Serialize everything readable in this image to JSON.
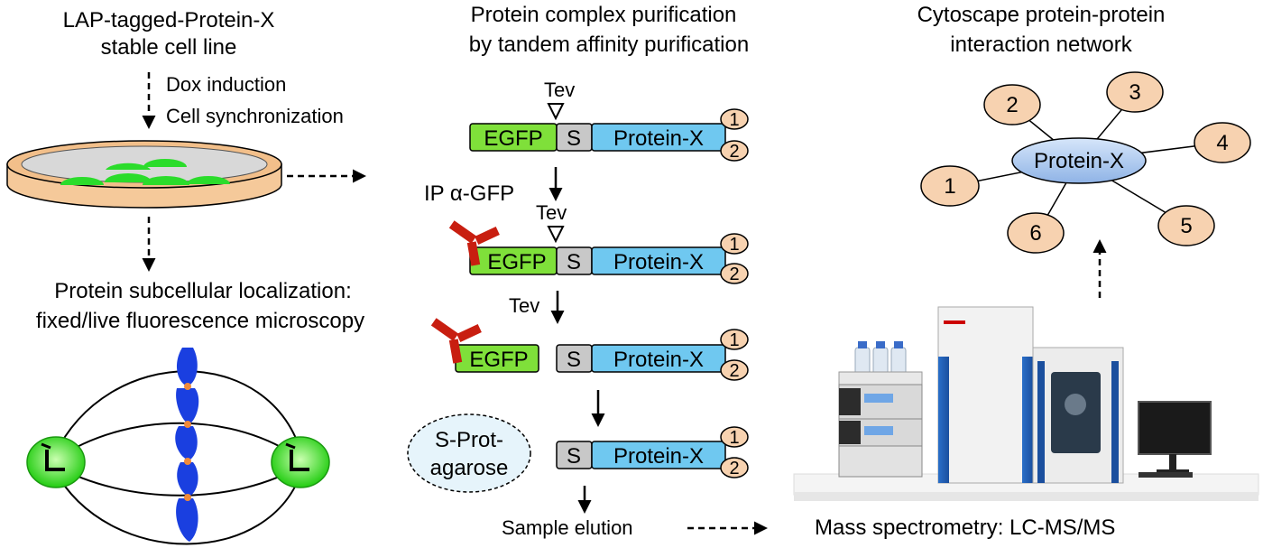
{
  "left": {
    "title_line1": "LAP-tagged-Protein-X",
    "title_line2": "stable cell line",
    "step1": "Dox induction",
    "step2": "Cell synchronization",
    "localization_line1": "Protein subcellular localization:",
    "localization_line2": "fixed/live fluorescence microscopy"
  },
  "middle": {
    "title_line1": "Protein complex purification",
    "title_line2": "by tandem affinity purification",
    "tev_label": "Tev",
    "egfp_label": "EGFP",
    "s_label": "S",
    "protein_label": "Protein-X",
    "partner1": "1",
    "partner2": "2",
    "ip_label": "IP α-GFP",
    "sprot_line1": "S-Prot-",
    "sprot_line2": "agarose",
    "elution_label": "Sample elution"
  },
  "right": {
    "title_line1": "Cytoscape protein-protein",
    "title_line2": "interaction network",
    "hub_label": "Protein-X",
    "nodes": [
      "1",
      "2",
      "3",
      "4",
      "5",
      "6"
    ],
    "ms_label": "Mass spectrometry: LC-MS/MS"
  },
  "colors": {
    "egfp": "#7fe03a",
    "s_tag": "#c8c8c8",
    "protein": "#6fc8f0",
    "partner": "#f7d2b0",
    "dish": "#f5c99a",
    "cell": "#22dd22",
    "chromosome": "#1a3fe0",
    "antibody": "#c81e10",
    "hub": "#a9c7ee"
  }
}
